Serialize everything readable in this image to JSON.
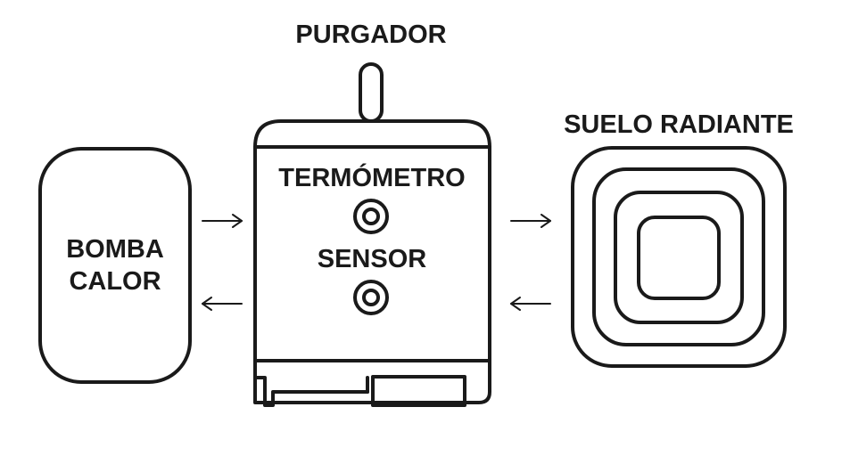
{
  "labels": {
    "purgador": "PURGADOR",
    "suelo_radiante": "SUELO RADIANTE",
    "termometro": "TERMÓMETRO",
    "sensor": "SENSOR",
    "bomba_line1": "BOMBA",
    "bomba_line2": "CALOR"
  },
  "colors": {
    "stroke": "#1a1a1a",
    "background": "#ffffff"
  }
}
